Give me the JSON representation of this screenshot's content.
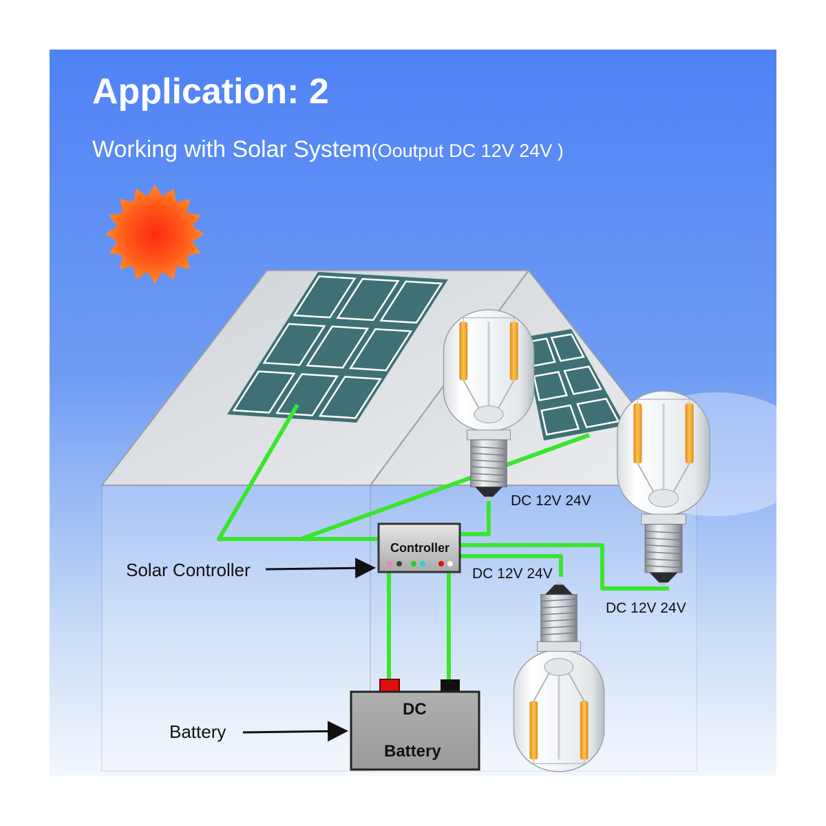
{
  "title": "Application: 2",
  "subtitle_main": "Working with Solar System",
  "subtitle_paren": "(Ooutput DC 12V 24V )",
  "labels": {
    "solar_controller": "Solar Controller",
    "battery": "Battery",
    "controller_box": "Controller",
    "battery_box_line1": "DC",
    "battery_box_line2": "Battery",
    "voltage_bulb1": "DC 12V 24V",
    "voltage_bulb2": "DC 12V 24V",
    "voltage_bulb3": "DC 12V 24V"
  },
  "colors": {
    "sky_top": "#5285f5",
    "sky_bottom": "#ffffff",
    "wire": "#39e62d",
    "panel": "#3f7075",
    "roof": "#d9d9d9",
    "sun": "#ff5a1a",
    "filament": "#f5a623",
    "battery_box": "#a8a8a8",
    "terminal_positive": "#e01010",
    "terminal_negative": "#111111"
  },
  "icons": [
    "sun-icon",
    "solar-panel-icon",
    "led-bulb-icon",
    "controller-icon",
    "battery-icon",
    "arrow-icon"
  ]
}
